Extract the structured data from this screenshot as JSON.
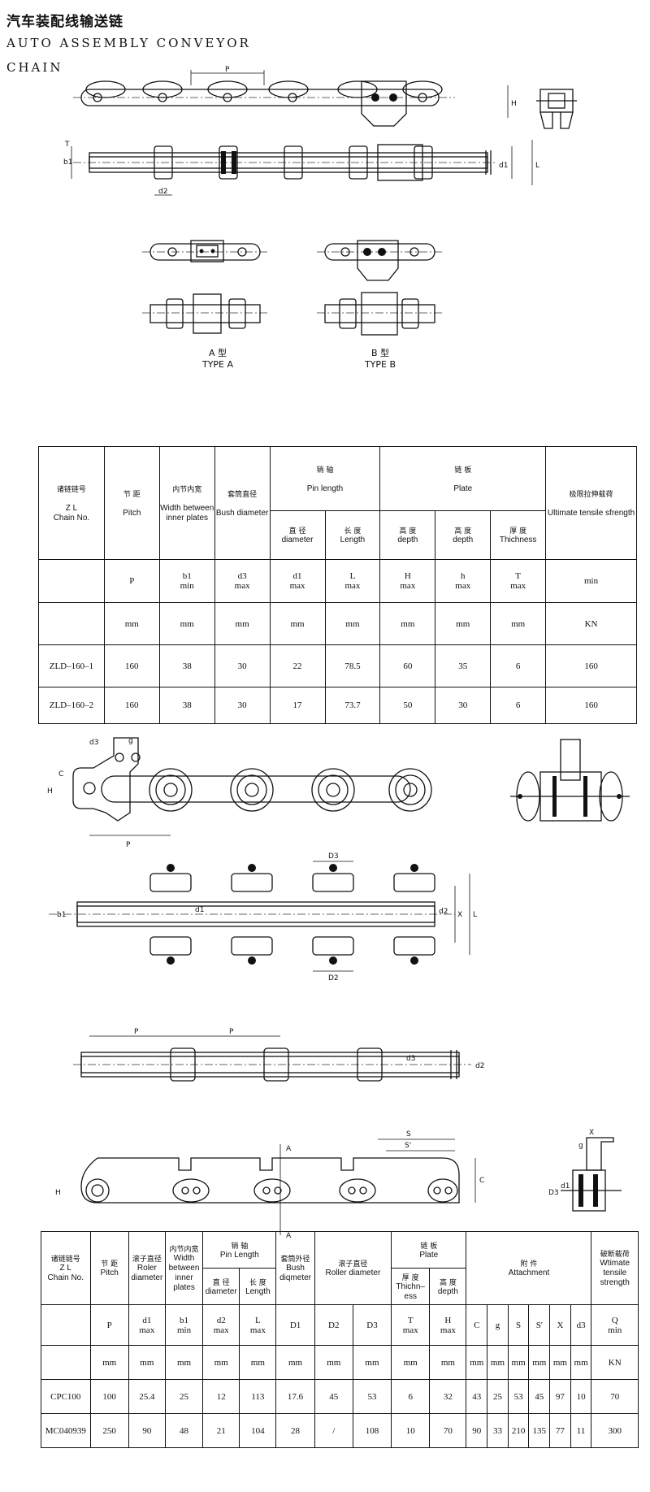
{
  "page": {
    "title_cn": "汽车装配线输送链",
    "title_en_line1": "AUTO ASSEMBLY CONVEYOR",
    "title_en_line2": "CHAIN"
  },
  "figure_labels": {
    "p": "P",
    "h": "H",
    "b1": "b1",
    "t": "T",
    "d1": "d1",
    "d2": "d2",
    "d3": "d3",
    "l": "L",
    "c": "C",
    "g": "g",
    "s": "S",
    "s_prime": "S'",
    "x": "X",
    "D3": "D3",
    "D2": "D2",
    "D3b": "D3",
    "d1b": "d1",
    "a": "A"
  },
  "types": {
    "type_a_cn": "A 型",
    "type_a_en": "TYPE A",
    "type_b_cn": "B 型",
    "type_b_en": "TYPE B"
  },
  "table1": {
    "chain_no": {
      "cn": "诸链链号",
      "zl": "Z L",
      "en": "Chain No."
    },
    "pitch": {
      "cn": "节 距",
      "en": "Pitch",
      "sym": "P",
      "unit": "mm"
    },
    "width": {
      "cn": "内节内宽",
      "en": "Width between inner plates",
      "sym": "b1",
      "lim": "min",
      "unit": "mm"
    },
    "bush": {
      "cn": "套筒直径",
      "en": "Bush diameter",
      "sym": "d3",
      "lim": "max",
      "unit": "mm"
    },
    "pin": {
      "cn": "销 轴",
      "en": "Pin length"
    },
    "pin_d": {
      "cn": "直 径",
      "en": "diameter",
      "sym": "d1",
      "lim": "max",
      "unit": "mm"
    },
    "pin_l": {
      "cn": "长 度",
      "en": "Length",
      "sym": "L",
      "lim": "max",
      "unit": "mm"
    },
    "plate": {
      "cn": "链 板",
      "en": "Plate"
    },
    "plate_H": {
      "cn": "高 度",
      "en": "depth",
      "sym": "H",
      "lim": "max",
      "unit": "mm"
    },
    "plate_h": {
      "cn": "高 度",
      "en": "depth",
      "sym": "h",
      "lim": "max",
      "unit": "mm"
    },
    "plate_T": {
      "cn": "厚 度",
      "en": "Thichness",
      "sym": "T",
      "lim": "max",
      "unit": "mm"
    },
    "ult": {
      "cn": "极限拉伸载荷",
      "en": "Ultimate tensile sfrength",
      "lim": "min",
      "unit": "KN"
    },
    "rows": [
      [
        "ZLD–160–1",
        "160",
        "38",
        "30",
        "22",
        "78.5",
        "60",
        "35",
        "6",
        "160"
      ],
      [
        "ZLD–160–2",
        "160",
        "38",
        "30",
        "17",
        "73.7",
        "50",
        "30",
        "6",
        "160"
      ]
    ]
  },
  "table2": {
    "chain_no": {
      "cn": "诸链链号",
      "zl": "Z L",
      "en": "Chain No."
    },
    "pitch": {
      "cn": "节 距",
      "en": "Pitch",
      "sym": "P",
      "unit": "mm"
    },
    "roller": {
      "cn": "滚子直径",
      "en": "Roler diameter",
      "sym": "d1",
      "lim": "max",
      "unit": "mm"
    },
    "width": {
      "cn": "内节内宽",
      "en": "Width between inner plates",
      "sym": "b1",
      "lim": "min",
      "unit": "mm"
    },
    "pin": {
      "cn": "销 轴",
      "en": "Pin Length"
    },
    "pin_d": {
      "cn": "直 径",
      "en": "diameter",
      "sym": "d2",
      "lim": "max",
      "unit": "mm"
    },
    "pin_l": {
      "cn": "长 度",
      "en": "Length",
      "sym": "L",
      "lim": "max",
      "unit": "mm"
    },
    "bush": {
      "cn": "套筒外径",
      "en": "Bush diqmeter",
      "sym": "D1",
      "unit": "mm"
    },
    "roller2": {
      "cn": "滚子直径",
      "en": "Roller diameter",
      "sym_d2": "D2",
      "sym_d3": "D3",
      "unit": "mm"
    },
    "plate": {
      "cn": "链 板",
      "en": "Plate"
    },
    "plate_T": {
      "cn": "厚 度",
      "en": "Thichn– ess",
      "sym": "T",
      "lim": "max",
      "unit": "mm"
    },
    "plate_H": {
      "cn": "高 度",
      "en": "depth",
      "sym": "H",
      "lim": "max",
      "unit": "mm"
    },
    "att": {
      "cn": "附 件",
      "en": "Attachment",
      "syms": [
        "C",
        "g",
        "S",
        "S'",
        "X",
        "d3"
      ],
      "unit": "mm"
    },
    "break": {
      "cn": "破断载荷",
      "en": "Wtimate tensile strength",
      "sym": "Q",
      "lim": "min",
      "unit": "KN"
    },
    "rows": [
      [
        "CPC100",
        "100",
        "25.4",
        "25",
        "12",
        "113",
        "17.6",
        "45",
        "53",
        "6",
        "32",
        "43",
        "25",
        "53",
        "45",
        "97",
        "10",
        "70"
      ],
      [
        "MC040939",
        "250",
        "90",
        "48",
        "21",
        "104",
        "28",
        "/",
        "108",
        "10",
        "70",
        "90",
        "33",
        "210",
        "135",
        "77",
        "11",
        "300"
      ]
    ]
  }
}
